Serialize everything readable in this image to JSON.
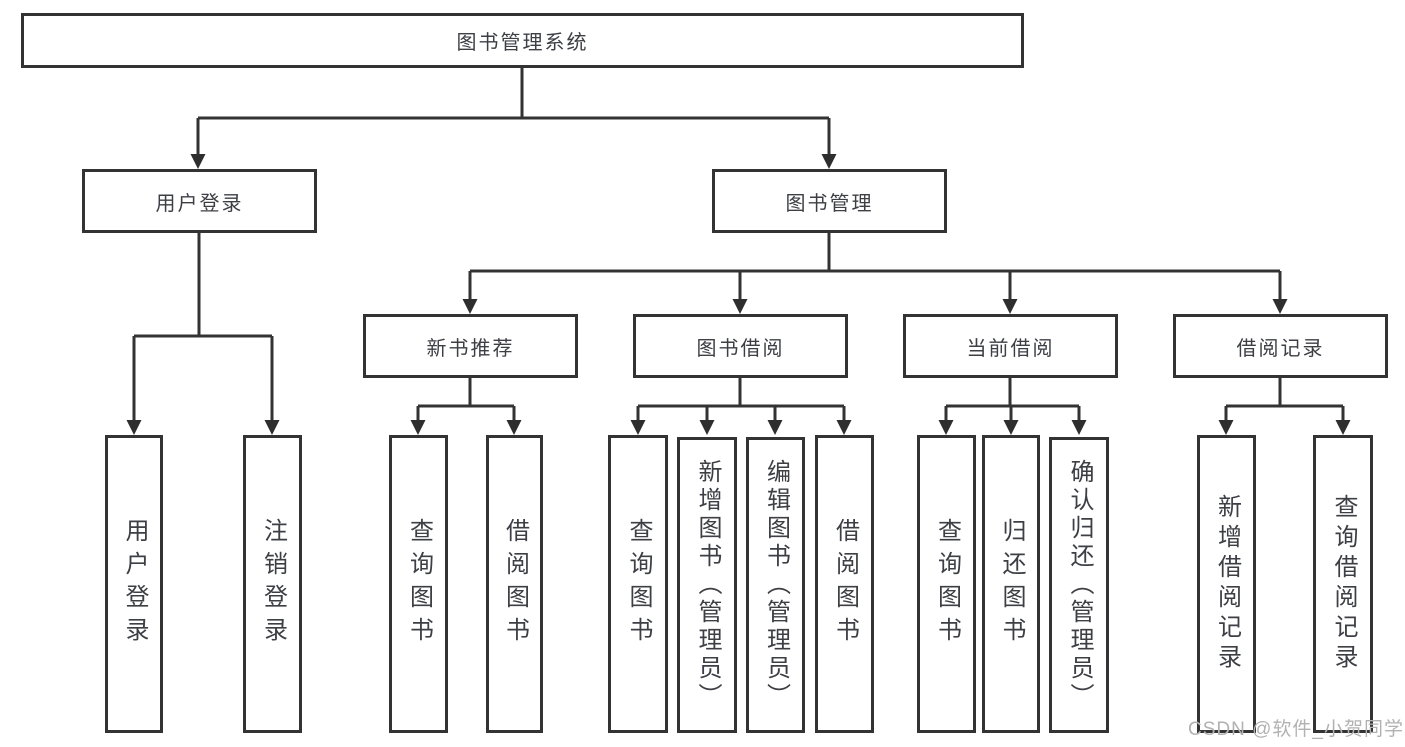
{
  "diagram": {
    "type": "tree",
    "colors": {
      "border": "#333333",
      "line": "#333333",
      "text": "#3d3f45",
      "watermark": "#b2b2b2",
      "background": "#ffffff"
    },
    "root": {
      "label": "图书管理系统",
      "children": [
        {
          "label": "用户登录",
          "children": [
            {
              "label": "用户登录"
            },
            {
              "label": "注销登录"
            }
          ]
        },
        {
          "label": "图书管理",
          "children": [
            {
              "label": "新书推荐",
              "children": [
                {
                  "label": "查询图书"
                },
                {
                  "label": "借阅图书"
                }
              ]
            },
            {
              "label": "图书借阅",
              "children": [
                {
                  "label": "查询图书"
                },
                {
                  "label": "新增图书（管理员）"
                },
                {
                  "label": "编辑图书（管理员）"
                },
                {
                  "label": "借阅图书"
                }
              ]
            },
            {
              "label": "当前借阅",
              "children": [
                {
                  "label": "查询图书"
                },
                {
                  "label": "归还图书"
                },
                {
                  "label": "确认归还（管理员）"
                }
              ]
            },
            {
              "label": "借阅记录",
              "children": [
                {
                  "label": "新增借阅记录"
                },
                {
                  "label": "查询借阅记录"
                }
              ]
            }
          ]
        }
      ]
    },
    "watermark": {
      "text": "CSDN @软件_小贺同学"
    }
  }
}
